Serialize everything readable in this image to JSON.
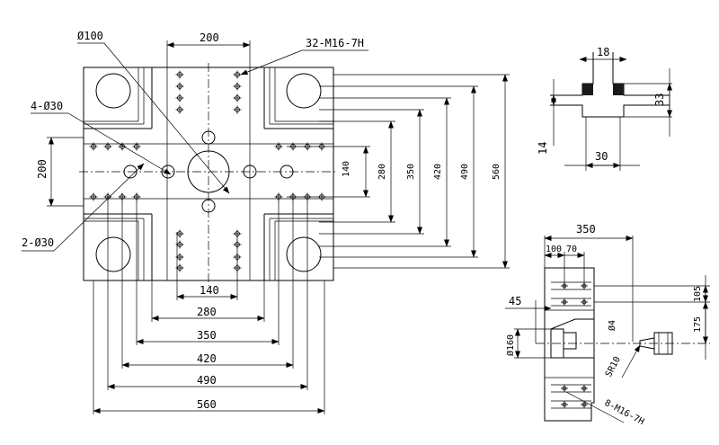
{
  "colors": {
    "line": "#000000",
    "background": "#ffffff",
    "paint": "#1a1a1a"
  },
  "plan": {
    "label_d100": "Ø100",
    "label_top_200": "200",
    "label_threads": "32-M16-7H",
    "label_4d30": "4-Ø30",
    "label_2d30": "2-Ø30",
    "label_left_200": "200",
    "label_v140": "140",
    "label_v280": "280",
    "label_v350": "350",
    "label_v420": "420",
    "label_v490": "490",
    "label_v560": "560",
    "label_h140": "140",
    "label_h280": "280",
    "label_h350": "350",
    "label_h420": "420",
    "label_h490": "490",
    "label_h560": "560"
  },
  "slot": {
    "label_18": "18",
    "label_33": "33",
    "label_14": "14",
    "label_30": "30"
  },
  "side": {
    "label_350": "350",
    "label_100": "100",
    "label_70": "70",
    "label_45": "45",
    "label_105": "105",
    "label_175": "175",
    "label_d160": "Ø160",
    "label_d4": "Ø4",
    "label_sr10": "SR10",
    "label_8m16": "8-M16-7H"
  }
}
